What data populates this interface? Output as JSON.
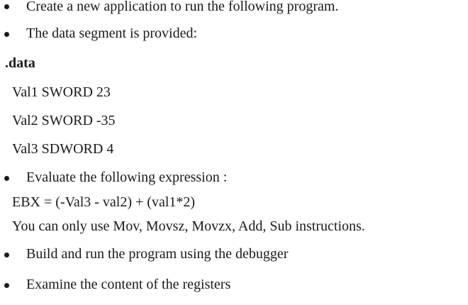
{
  "items": [
    {
      "text": "Create a new application to run the following program."
    },
    {
      "text": "The data segment is provided:"
    },
    {
      "text": ".data"
    },
    {
      "text": "Val1 SWORD 23"
    },
    {
      "text": "Val2 SWORD -35"
    },
    {
      "text": "Val3 SDWORD 4"
    },
    {
      "text": "Evaluate the following expression :"
    },
    {
      "text": "EBX = (-Val3 - val2) + (val1*2)"
    },
    {
      "text": "You can only use Mov, Movsz, Movzx, Add, Sub instructions."
    },
    {
      "text": "Build and run the program using the debugger"
    },
    {
      "text": "Examine the content of the registers"
    }
  ]
}
